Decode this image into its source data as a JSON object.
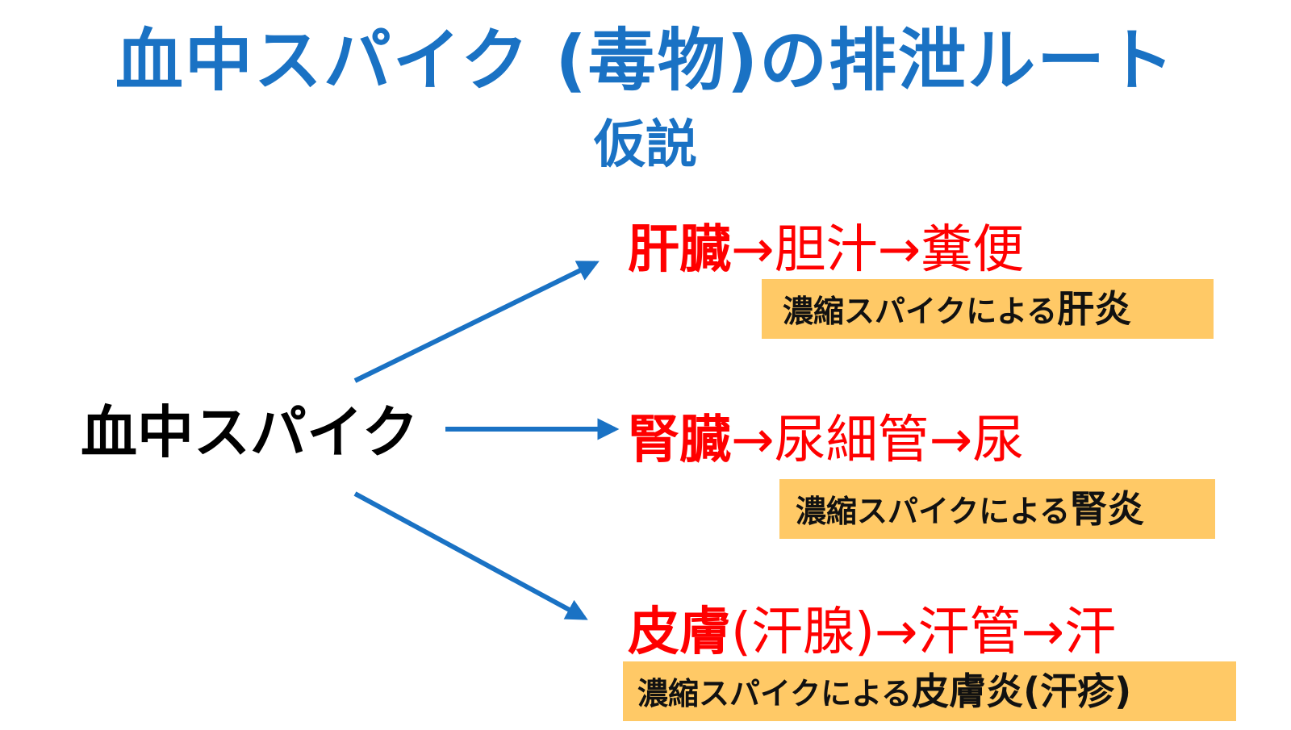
{
  "title": "血中スパイク (毒物)の排泄ルート",
  "subtitle": "仮説",
  "source": "血中スパイク",
  "routes": [
    {
      "organ": "肝臓",
      "path": "→胆汁→糞便",
      "note_prefix": "濃縮スパイクによる",
      "note_disease": "肝炎"
    },
    {
      "organ": "腎臓",
      "path": "→尿細管→尿",
      "note_prefix": "濃縮スパイクによる",
      "note_disease": "腎炎"
    },
    {
      "organ": "皮膚",
      "path": "(汗腺)→汗管→汗",
      "note_prefix": "濃縮スパイクによる",
      "note_disease": "皮膚炎(汗疹)"
    }
  ],
  "colors": {
    "title": "#1a72c4",
    "arrow": "#1a72c4",
    "route_text": "#ff0000",
    "note_bg": "#ffc966"
  }
}
